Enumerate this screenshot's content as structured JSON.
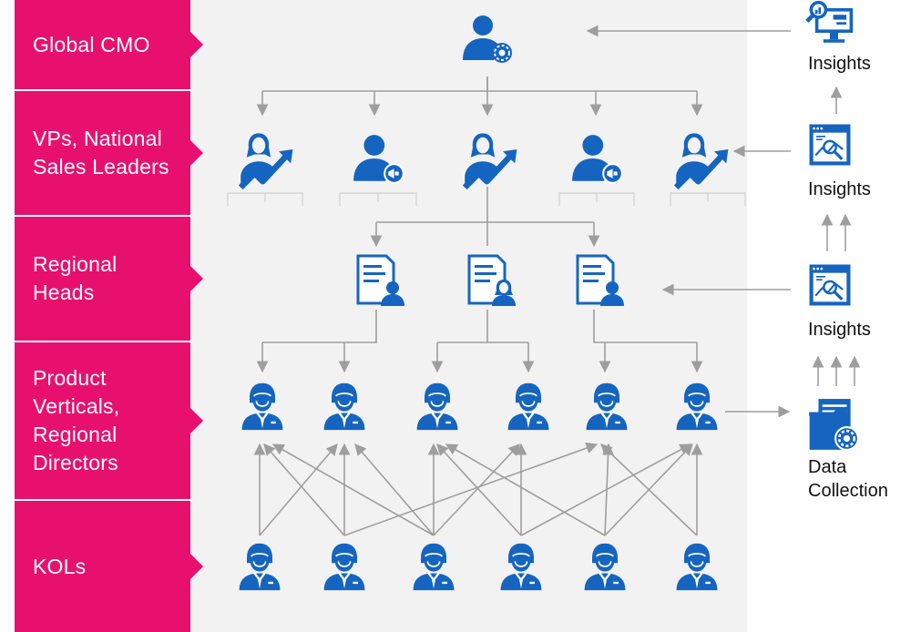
{
  "levels": [
    {
      "label": "Global CMO"
    },
    {
      "label": "VPs, National\nSales Leaders"
    },
    {
      "label": "Regional\nHeads"
    },
    {
      "label": "Product\nVerticals,\nRegional\nDirectors"
    },
    {
      "label": "KOLs"
    }
  ],
  "right_labels": {
    "insights_1": "Insights",
    "insights_2": "Insights",
    "insights_3": "Insights",
    "data_collection": "Data\nCollection"
  },
  "colors": {
    "accent": "#e8106e",
    "icon": "#1565c0",
    "connector": "#9e9e9e",
    "panel": "#f2f2f2"
  },
  "icons": {
    "cmo": "user-gear-icon",
    "vp_a": "sales-growth-icon",
    "vp_b": "user-megaphone-icon",
    "regional": "profile-document-icon",
    "director": "person-tie-icon",
    "kol": "person-tie-icon",
    "insights_monitor": "analytics-monitor-icon",
    "insights_chart": "analytics-window-icon",
    "data": "document-gear-icon"
  }
}
